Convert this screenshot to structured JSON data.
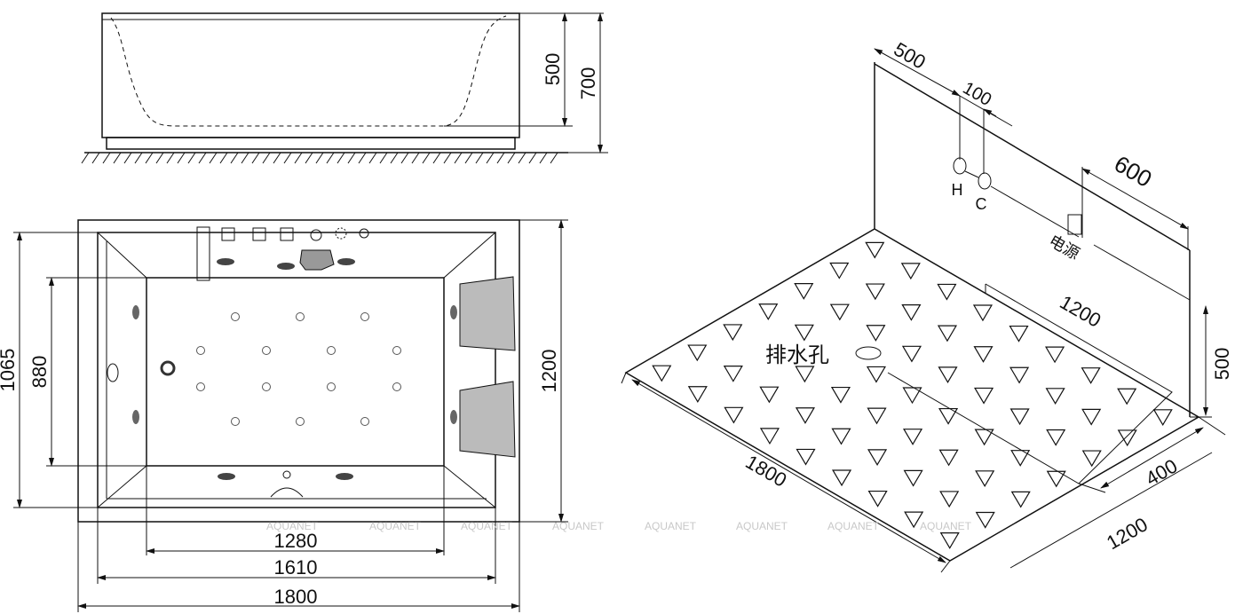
{
  "side_view": {
    "dim_inner_height": "500",
    "dim_total_height": "700"
  },
  "plan_view": {
    "dim_outer_depth": "1065",
    "dim_basin_depth": "880",
    "dim_total_depth": "1200",
    "dim_basin_length": "1280",
    "dim_rim_length": "1610",
    "dim_total_length": "1800"
  },
  "install_view": {
    "dim_wall_offset": "500",
    "dim_pipe_spacing": "100",
    "hot_label": "H",
    "cold_label": "C",
    "dim_power_offset": "600",
    "power_label": "电源",
    "drain_label": "排水孔",
    "dim_inner_length": "1200",
    "dim_wall_height": "500",
    "dim_floor_length": "1800",
    "dim_floor_width": "1200",
    "dim_gap": "400"
  },
  "watermark": [
    "AQUANET",
    "AQUANET",
    "AQUANET",
    "AQUANET",
    "AQUANET",
    "AQUANET",
    "AQUANET",
    "AQUANET"
  ]
}
